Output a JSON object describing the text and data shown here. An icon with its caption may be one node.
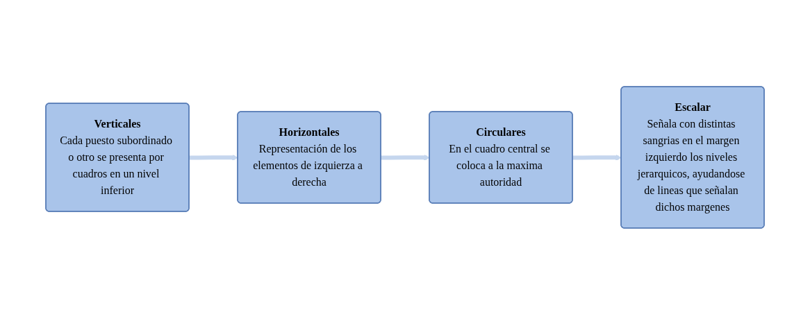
{
  "diagram": {
    "nodes": [
      {
        "text": [
          "Verticales",
          "Cada puesto subordinado o otro se presenta por cuadros en un nivel inferior"
        ]
      },
      {
        "text": [
          "Horizontales",
          "Representación de los elementos de izquierza a derecha"
        ]
      },
      {
        "text": [
          "Circulares",
          "En el cuadro central se coloca a la maxima autoridad"
        ]
      },
      {
        "text": [
          "Escalar",
          "Señala con distintas sangrias en el margen izquierdo los niveles jerarquicos, ayudandose de lineas que señalan dichos margenes"
        ]
      }
    ],
    "edges": [
      {
        "from": 0,
        "to": 1,
        "arrow": "to"
      },
      {
        "from": 1,
        "to": 2,
        "arrow": "to"
      },
      {
        "from": 2,
        "to": 3,
        "arrow": "to"
      }
    ]
  }
}
